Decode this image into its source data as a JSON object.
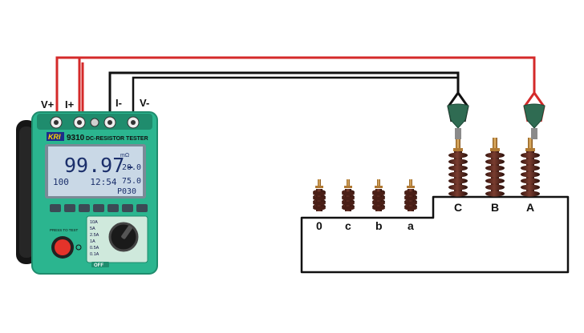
{
  "colors": {
    "red_lead": "#d42a2a",
    "black_lead": "#111111",
    "meter_body": "#2bb58f",
    "meter_dark": "#1f8c6d",
    "lcd_bg": "#c9d8e6",
    "bushing": "#5a2a22",
    "terminal_gold": "#c98b3d",
    "clip_green": "#2f6b52"
  },
  "terminal_labels": {
    "v_plus": "V+",
    "i_plus": "I+",
    "i_minus": "I-",
    "v_minus": "V-"
  },
  "meter": {
    "brand": "KRI",
    "model": "9310",
    "title": "DC-RESISTOR TESTER",
    "main_reading": "99.97",
    "main_unit": "-",
    "unit_small": "mΩ",
    "temp": "20.0",
    "secondary_reading": "100    12:54",
    "secondary_right": "75.0",
    "code": "P030",
    "range_options": [
      "10A",
      "5A",
      "2.5A",
      "1A",
      "0.5A",
      "0.1A",
      "OFF"
    ],
    "press_label": "PRESS TO TEST",
    "off_label": "OFF"
  },
  "transformer": {
    "lv_labels": [
      "0",
      "c",
      "b",
      "a"
    ],
    "hv_labels": [
      "C",
      "B",
      "A"
    ]
  }
}
